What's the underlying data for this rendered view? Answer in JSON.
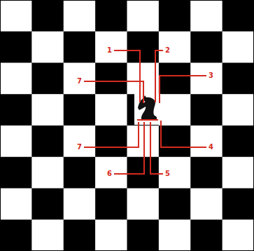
{
  "diagram": {
    "labels": [
      "1",
      "2",
      "7",
      "3",
      "7",
      "4",
      "6",
      "5"
    ]
  }
}
